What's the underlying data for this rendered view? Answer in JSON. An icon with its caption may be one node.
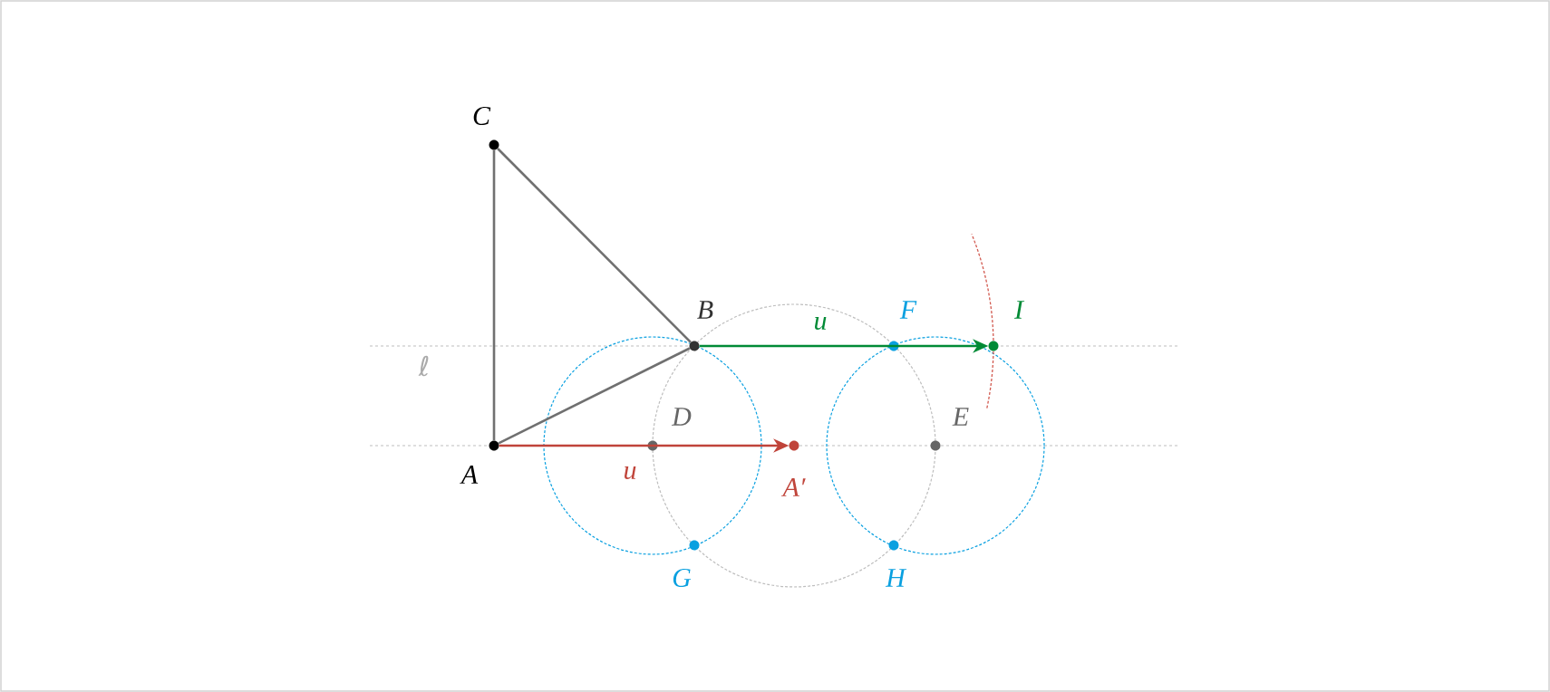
{
  "diagram": {
    "nodes": [
      {
        "text": [
          "C"
        ]
      },
      {
        "text": [
          "B"
        ]
      },
      {
        "text": [
          "F"
        ]
      },
      {
        "text": [
          "I"
        ]
      },
      {
        "text": [
          "D"
        ]
      },
      {
        "text": [
          "E"
        ]
      },
      {
        "text": [
          "A"
        ]
      },
      {
        "text": [
          "A′"
        ]
      },
      {
        "text": [
          "G"
        ]
      },
      {
        "text": [
          "H"
        ]
      }
    ],
    "edges": [
      {
        "from": 6,
        "to": 0,
        "arrow": "none"
      },
      {
        "from": 0,
        "to": 1,
        "arrow": "none"
      },
      {
        "from": 6,
        "to": 1,
        "arrow": "none"
      },
      {
        "from": 6,
        "to": 7,
        "arrow": "to",
        "label": "u",
        "color": "#c0443a"
      },
      {
        "from": 1,
        "to": 3,
        "arrow": "to",
        "label": "u",
        "color": "#008a35"
      }
    ],
    "labels": [
      "ℓ"
    ]
  }
}
